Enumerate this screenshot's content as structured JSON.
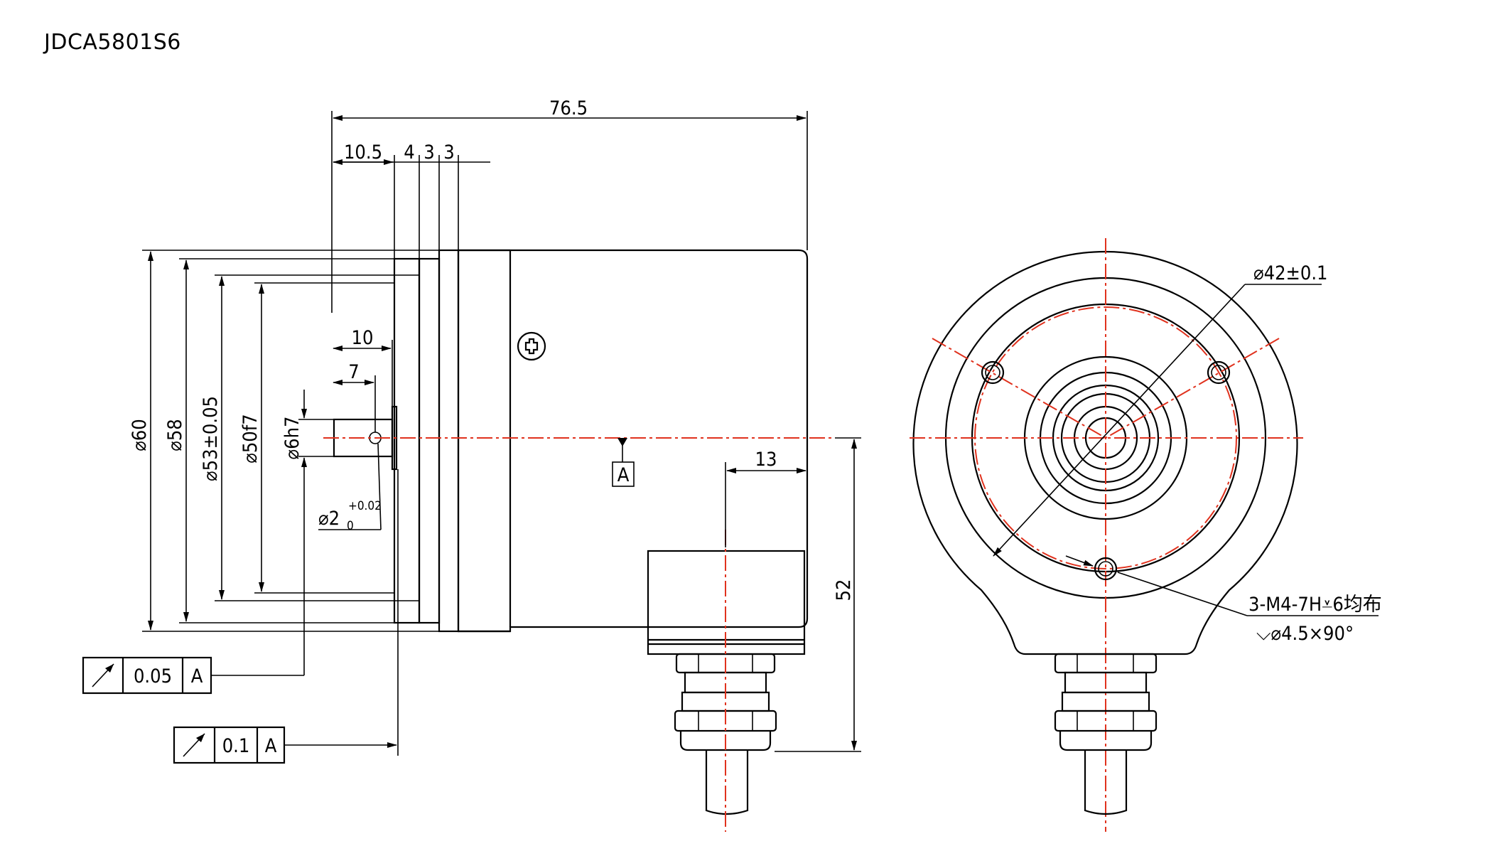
{
  "title": "JDCA5801S6",
  "side_view": {
    "overall_length": "76.5",
    "flange_steps": [
      "10.5",
      "4",
      "3",
      "3"
    ],
    "shaft_length": "10",
    "flat_length": "7",
    "diameters": [
      "⌀60",
      "⌀58",
      "⌀53±0.05",
      "⌀50f7",
      "⌀6h7"
    ],
    "pin_hole_base": "⌀2",
    "pin_hole_sub": "0",
    "pin_hole_tol": "+0.02",
    "connector_offset": "13",
    "connector_height": "52",
    "datum": "A"
  },
  "tolerance_frames": [
    {
      "symbol": "runout-arrow-icon",
      "value": "0.05",
      "datum": "A"
    },
    {
      "symbol": "runout-arrow-icon",
      "value": "0.1",
      "datum": "A"
    }
  ],
  "front_view": {
    "bolt_circle": "⌀42±0.1",
    "holes_note": "3-M4-7H⩡6均布",
    "countersink_note": "⌵⌀4.5×90°"
  }
}
